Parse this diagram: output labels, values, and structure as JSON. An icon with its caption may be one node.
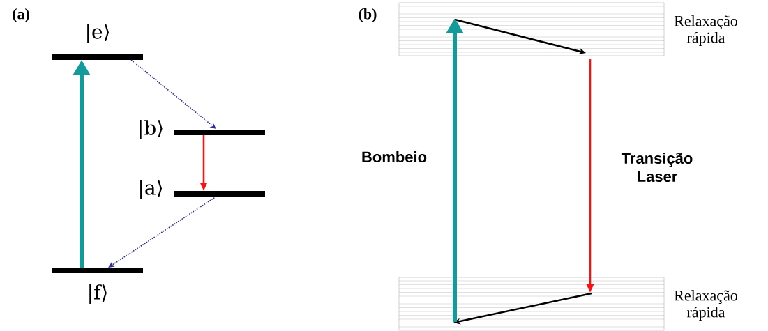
{
  "diagram": {
    "nodes": [
      {
        "text": [
          "|e⟩"
        ]
      },
      {
        "text": [
          "|b⟩"
        ]
      },
      {
        "text": [
          "|a⟩"
        ]
      },
      {
        "text": [
          "|f⟩"
        ]
      },
      {
        "text": [
          "Relaxação rápida"
        ]
      },
      {
        "text": [
          "Relaxação rápida"
        ]
      }
    ],
    "edges": [
      {
        "from": 3,
        "to": 0,
        "arrow": "to",
        "style": "thick",
        "color": "#139a9a"
      },
      {
        "from": 0,
        "to": 1,
        "arrow": "to",
        "style": "dashed",
        "color": "#2e2e99"
      },
      {
        "from": 1,
        "to": 2,
        "arrow": "to",
        "color": "#ff1010"
      },
      {
        "from": 2,
        "to": 3,
        "arrow": "to",
        "style": "dashed",
        "color": "#2e2e99"
      },
      {
        "from": 5,
        "to": 4,
        "arrow": "to",
        "style": "thick",
        "color": "#139a9a",
        "label": "Bombeio"
      },
      {
        "from": 4,
        "to": 5,
        "arrow": "to",
        "color": "#ff1010",
        "label": "Transição Laser"
      }
    ],
    "labels": [
      "(a)",
      "(b)"
    ]
  }
}
